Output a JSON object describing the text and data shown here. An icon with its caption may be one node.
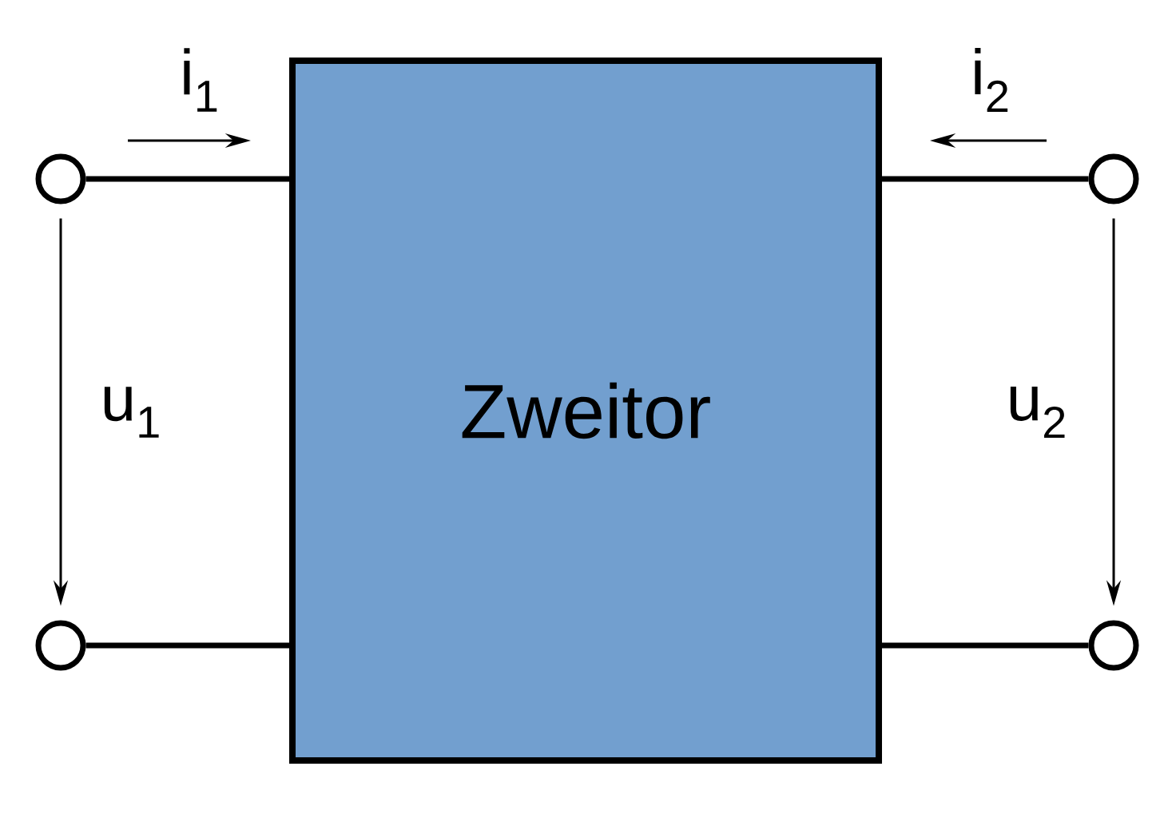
{
  "diagram": {
    "nodes": [
      {
        "text": [
          "Zweitor"
        ]
      },
      {
        "text": [],
        "shape": "circle"
      },
      {
        "text": [],
        "shape": "circle"
      },
      {
        "text": [],
        "shape": "circle"
      },
      {
        "text": [],
        "shape": "circle"
      }
    ],
    "edges": [
      {
        "from": 1,
        "to": 0,
        "arrow": "none"
      },
      {
        "from": 2,
        "to": 0,
        "arrow": "none"
      },
      {
        "from": 3,
        "to": 0,
        "arrow": "none"
      },
      {
        "from": 4,
        "to": 0,
        "arrow": "none"
      },
      {
        "from": 1,
        "to": 2,
        "arrow": "to",
        "label": "u$_{1}$"
      },
      {
        "from": 3,
        "to": 4,
        "arrow": "to",
        "label": "u$_{2}$"
      }
    ],
    "labels": [
      "i$_{1}$",
      "i$_{2}$"
    ]
  }
}
